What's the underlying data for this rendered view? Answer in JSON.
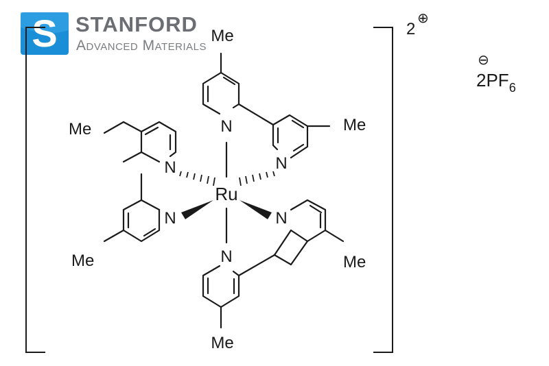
{
  "logo": {
    "line1": "STANFORD",
    "line2": "Advanced Materials",
    "colors": {
      "mark_blue": "#1a8fd8",
      "mark_dark": "#0f5e96",
      "text_gray": "#6b6e72"
    },
    "icon": "s-shield-icon"
  },
  "molecule": {
    "metal": "Ru",
    "nitrogen_label": "N",
    "methyl_label": "Me",
    "charge": {
      "count": "2",
      "sign": "⊕"
    },
    "counterion": {
      "coefficient": "2",
      "formula": "PF",
      "subscript": "6",
      "sign": "⊖"
    }
  }
}
